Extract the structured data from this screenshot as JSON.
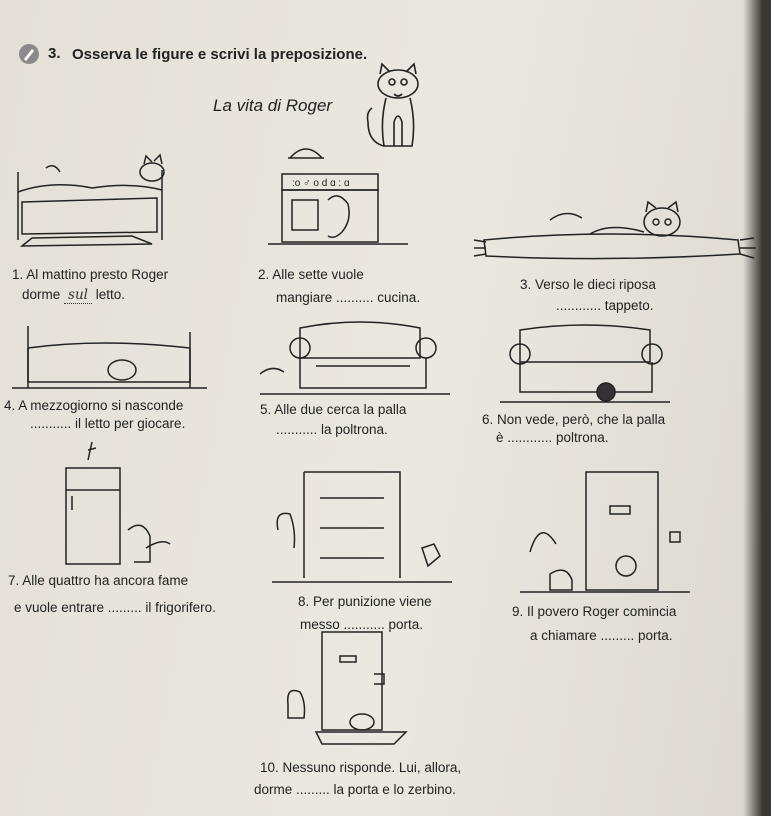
{
  "exercise": {
    "number": "3.",
    "instruction": "Osserva le figure e scrivi la preposizione.",
    "subtitle": "La vita di Roger"
  },
  "items": [
    {
      "line1": "1. Al mattino presto Roger",
      "line2_before": "dorme",
      "answer": "sul",
      "line2_after": "letto."
    },
    {
      "line1": "2. Alle sette vuole",
      "line2": "mangiare .......... cucina."
    },
    {
      "line1": "3. Verso le dieci riposa",
      "line2": "............ tappeto."
    },
    {
      "line1": "4. A mezzogiorno si nasconde",
      "line2": "........... il letto per giocare."
    },
    {
      "line1": "5. Alle due cerca la palla",
      "line2": "........... la poltrona."
    },
    {
      "line1": "6. Non vede, però, che la palla",
      "line2": "è ............ poltrona."
    },
    {
      "line1": "7. Alle quattro ha ancora fame",
      "line2": "e vuole entrare ......... il frigorifero."
    },
    {
      "line1": "8. Per punizione viene",
      "line2": "messo ........... porta."
    },
    {
      "line1": "9. Il povero Roger comincia",
      "line2": "a chiamare ......... porta."
    },
    {
      "line1": "10. Nessuno risponde. Lui, allora,",
      "line2": "dorme ......... la porta e lo zerbino."
    }
  ],
  "icons": [
    "pencil-icon",
    "cat-illustration",
    "bed-illustration",
    "kitchen-illustration",
    "rug-illustration",
    "armchair-illustration",
    "fridge-illustration",
    "cupboard-illustration",
    "door-illustration"
  ]
}
